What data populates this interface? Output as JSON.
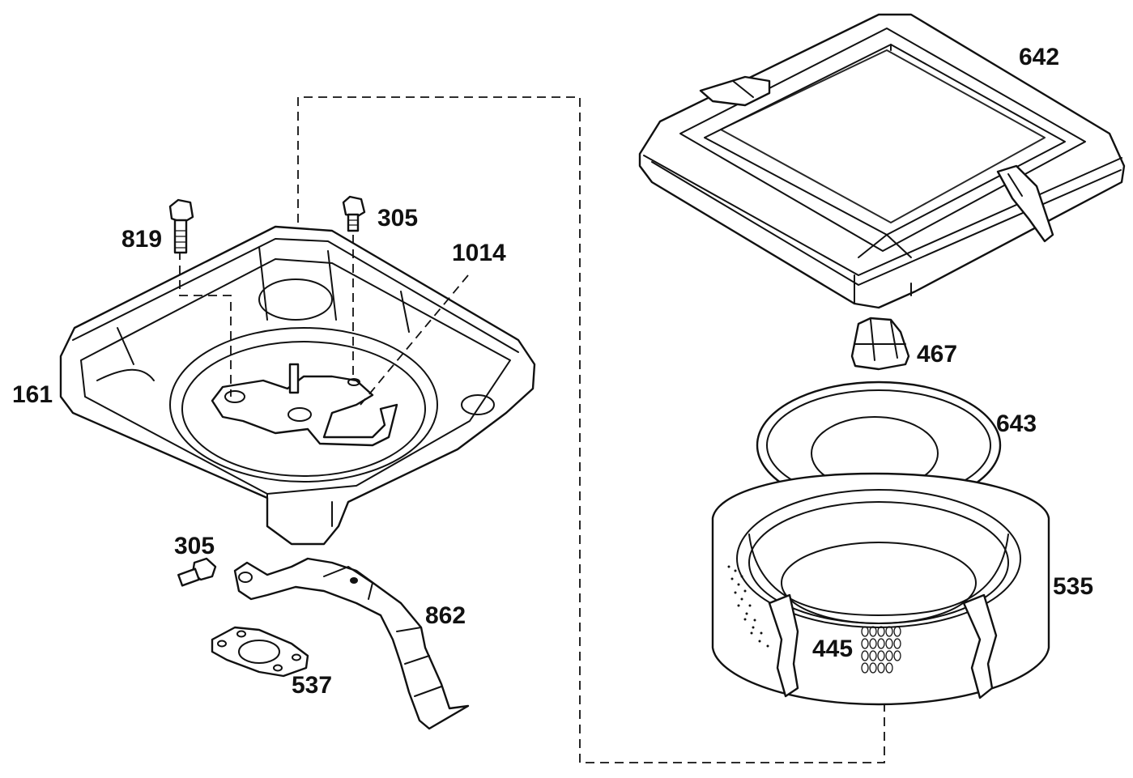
{
  "parts": [
    {
      "key": "p642",
      "number": "642"
    },
    {
      "key": "p819",
      "number": "819"
    },
    {
      "key": "p305a",
      "number": "305"
    },
    {
      "key": "p1014",
      "number": "1014"
    },
    {
      "key": "p161",
      "number": "161"
    },
    {
      "key": "p467",
      "number": "467"
    },
    {
      "key": "p643",
      "number": "643"
    },
    {
      "key": "p305b",
      "number": "305"
    },
    {
      "key": "p535",
      "number": "535"
    },
    {
      "key": "p862",
      "number": "862"
    },
    {
      "key": "p445",
      "number": "445"
    },
    {
      "key": "p537",
      "number": "537"
    }
  ]
}
